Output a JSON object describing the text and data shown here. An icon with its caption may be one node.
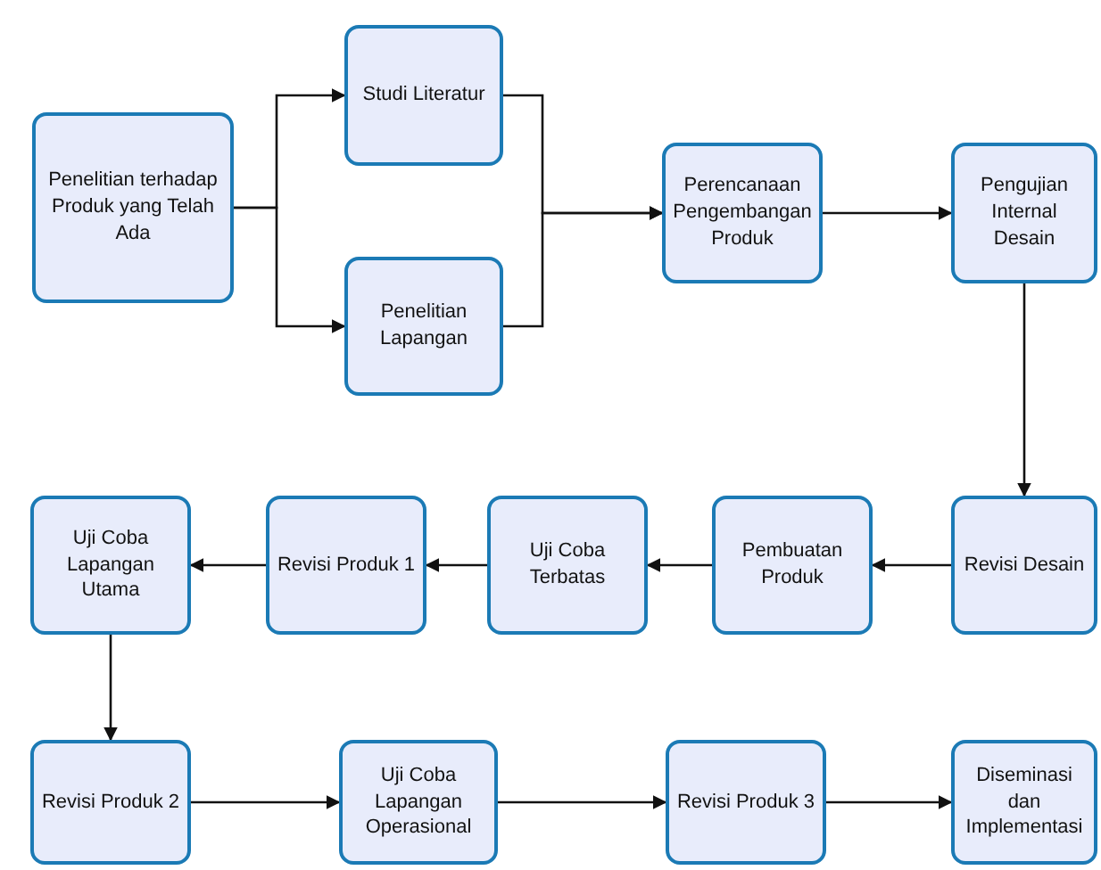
{
  "diagram": {
    "nodes": [
      {
        "text": [
          "Penelitian terhadap Produk yang Telah Ada"
        ]
      },
      {
        "text": [
          "Studi Literatur"
        ]
      },
      {
        "text": [
          "Penelitian Lapangan"
        ]
      },
      {
        "text": [
          "Perencanaan Pengembangan Produk"
        ]
      },
      {
        "text": [
          "Pengujian Internal Desain"
        ]
      },
      {
        "text": [
          "Revisi Desain"
        ]
      },
      {
        "text": [
          "Pembuatan Produk"
        ]
      },
      {
        "text": [
          "Uji Coba Terbatas"
        ]
      },
      {
        "text": [
          "Revisi Produk 1"
        ]
      },
      {
        "text": [
          "Uji Coba Lapangan Utama"
        ]
      },
      {
        "text": [
          "Revisi Produk 2"
        ]
      },
      {
        "text": [
          "Uji Coba Lapangan Operasional"
        ]
      },
      {
        "text": [
          "Revisi Produk 3"
        ]
      },
      {
        "text": [
          "Diseminasi dan Implementasi"
        ]
      }
    ],
    "edges": [
      {
        "from": 0,
        "to": 1,
        "arrow": "to"
      },
      {
        "from": 0,
        "to": 2,
        "arrow": "to"
      },
      {
        "from": 1,
        "to": 3,
        "arrow": "to"
      },
      {
        "from": 2,
        "to": 3,
        "arrow": "to"
      },
      {
        "from": 3,
        "to": 4,
        "arrow": "to"
      },
      {
        "from": 4,
        "to": 5,
        "arrow": "to"
      },
      {
        "from": 5,
        "to": 6,
        "arrow": "to"
      },
      {
        "from": 6,
        "to": 7,
        "arrow": "to"
      },
      {
        "from": 7,
        "to": 8,
        "arrow": "to"
      },
      {
        "from": 8,
        "to": 9,
        "arrow": "to"
      },
      {
        "from": 9,
        "to": 10,
        "arrow": "to"
      },
      {
        "from": 10,
        "to": 11,
        "arrow": "to"
      },
      {
        "from": 11,
        "to": 12,
        "arrow": "to"
      },
      {
        "from": 12,
        "to": 13,
        "arrow": "to"
      }
    ]
  }
}
